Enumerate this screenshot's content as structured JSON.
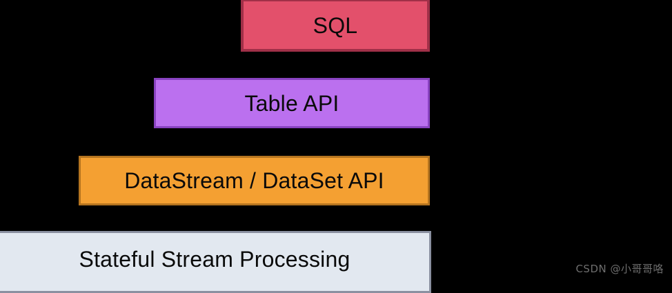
{
  "diagram": {
    "type": "layered-stack",
    "name": "flink-api-abstraction-levels",
    "background_color": "#000000",
    "layers": [
      {
        "id": "sql",
        "label": "SQL",
        "fill_color": "#e3506b",
        "border_color": "#a03048",
        "level": 4
      },
      {
        "id": "table-api",
        "label": "Table API",
        "fill_color": "#bb70ef",
        "border_color": "#8842c0",
        "level": 3
      },
      {
        "id": "datastream",
        "label": "DataStream / DataSet API",
        "fill_color": "#f4a032",
        "border_color": "#b5741f",
        "level": 2
      },
      {
        "id": "stateful",
        "label": "Stateful Stream Processing",
        "fill_color": "#e2e8f0",
        "border_color": "#8a90a0",
        "level": 1
      }
    ],
    "text_color": "#0a0a0a"
  },
  "watermark": {
    "text": "CSDN @小哥哥咯",
    "color": "#6e6e6e"
  }
}
